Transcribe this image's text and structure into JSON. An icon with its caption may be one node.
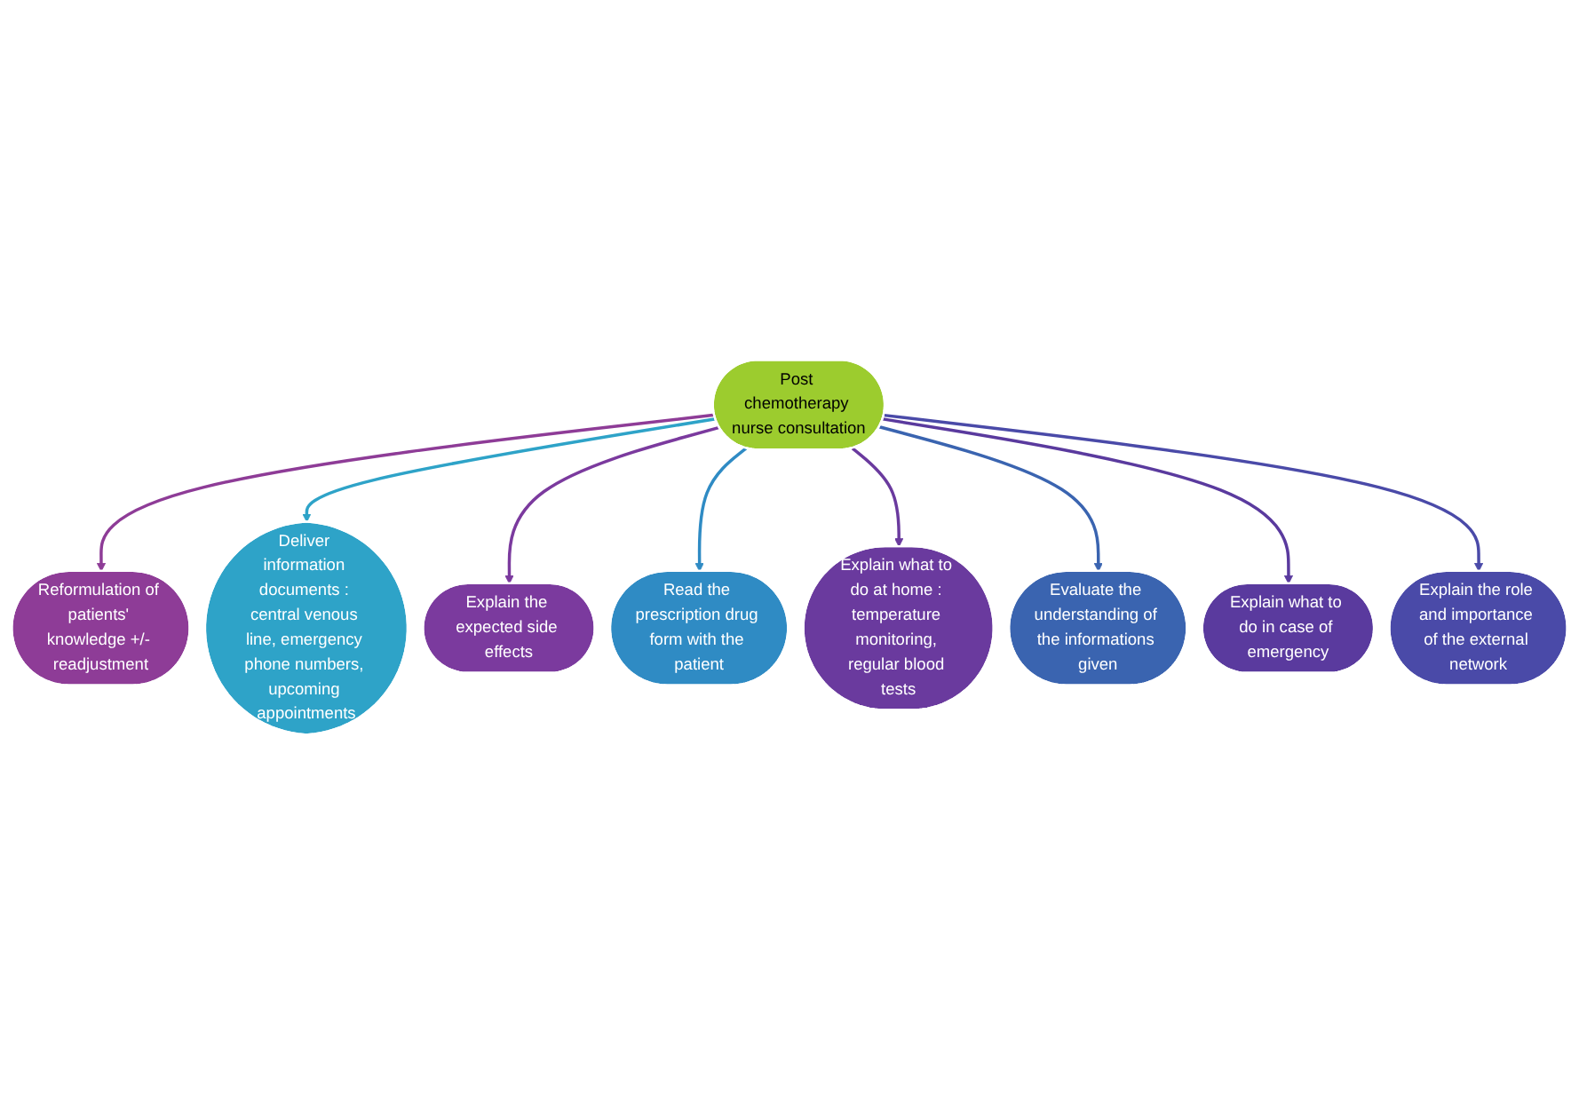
{
  "diagram": {
    "nodes": [
      {
        "text": [
          "Post chemotherapy nurse consultation"
        ]
      },
      {
        "text": [
          "Reformulation of patients' knowledge +/- readjustment"
        ]
      },
      {
        "text": [
          "Deliver information documents : central venous line, emergency phone numbers, upcoming appointments"
        ]
      },
      {
        "text": [
          "Explain the expected side effects"
        ]
      },
      {
        "text": [
          "Read the prescription drug form with the patient"
        ]
      },
      {
        "text": [
          "Explain what to do at home : temperature monitoring, regular blood tests"
        ]
      },
      {
        "text": [
          "Evaluate the understanding of the informations given"
        ]
      },
      {
        "text": [
          "Explain what to do in case of emergency"
        ]
      },
      {
        "text": [
          "Explain the role and importance of the external network"
        ]
      }
    ],
    "edges": [
      {
        "from": 0,
        "to": 1,
        "arrow": "to",
        "color": "#8e3c97"
      },
      {
        "from": 0,
        "to": 2,
        "arrow": "to",
        "color": "#2ea3c8"
      },
      {
        "from": 0,
        "to": 3,
        "arrow": "to",
        "color": "#7b3a9e"
      },
      {
        "from": 0,
        "to": 4,
        "arrow": "to",
        "color": "#2f8bc4"
      },
      {
        "from": 0,
        "to": 5,
        "arrow": "to",
        "color": "#6a3a9e"
      },
      {
        "from": 0,
        "to": 6,
        "arrow": "to",
        "color": "#3a64b0"
      },
      {
        "from": 0,
        "to": 7,
        "arrow": "to",
        "color": "#5a3a9e"
      },
      {
        "from": 0,
        "to": 8,
        "arrow": "to",
        "color": "#4a4aa8"
      }
    ]
  }
}
